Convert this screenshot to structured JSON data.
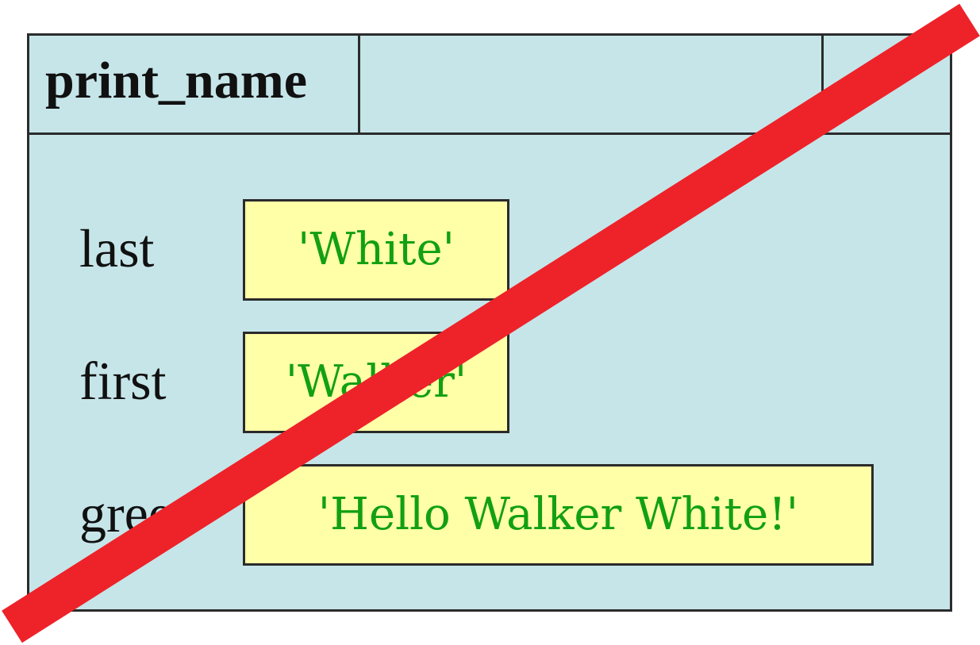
{
  "frame": {
    "function_name": "print_name",
    "colors": {
      "frame_fill": "#c6e5e9",
      "border": "#2b2b2b",
      "value_fill": "#ffffa8",
      "value_text": "#12a012",
      "strike": "#ee2229"
    }
  },
  "variables": [
    {
      "name": "last",
      "value": "'White'"
    },
    {
      "name": "first",
      "value": "'Walker'"
    },
    {
      "name": "greet",
      "value": "'Hello Walker White!'"
    }
  ]
}
